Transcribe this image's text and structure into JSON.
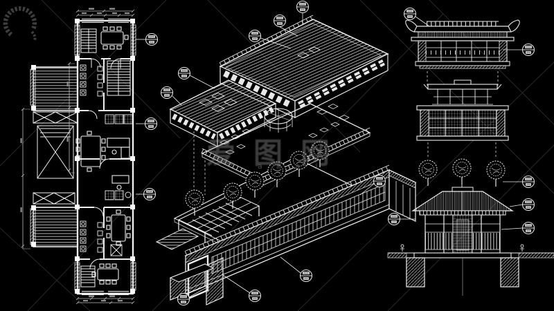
{
  "sheet": {
    "type": "architectural-blueprint",
    "background": "#000000",
    "colors": {
      "linework": "#efefef",
      "hatch": "#bdbdbd",
      "dimension": "#c9c9c9",
      "watermark_logo": "#454545",
      "watermark_text": "#9a9a9a"
    }
  },
  "panels": {
    "floor_plan": {
      "position": "left",
      "features": [
        "hatched-decks",
        "ramp",
        "three-stairs",
        "conference-tables",
        "chairs",
        "desks",
        "door-swings",
        "dimension-lines",
        "axis-callout-bubbles"
      ],
      "callout_count": 3
    },
    "exploded_axonometric": {
      "position": "center",
      "layers": [
        "upper-roof-block",
        "skylight-roof-block",
        "atrium-floor-slab",
        "terrace-with-pergola-and-trees",
        "main-building-body",
        "foundation-walls"
      ],
      "tree_count": 6,
      "callout_count": 10,
      "dashed_projection_lines": 2
    },
    "elevations": {
      "position": "right",
      "views": [
        "upper-floor-elevation",
        "pavilion-and-railing-band",
        "tree-row",
        "ground-pavilion-on-piers"
      ],
      "tree_count": 3,
      "figure_count": 2,
      "callout_count": 6
    }
  },
  "watermark": {
    "logo_icon": "laurel-wreath-icon",
    "cjk_text": "爱图网",
    "latin_text": "a m a i",
    "diagonal_lines": true
  }
}
